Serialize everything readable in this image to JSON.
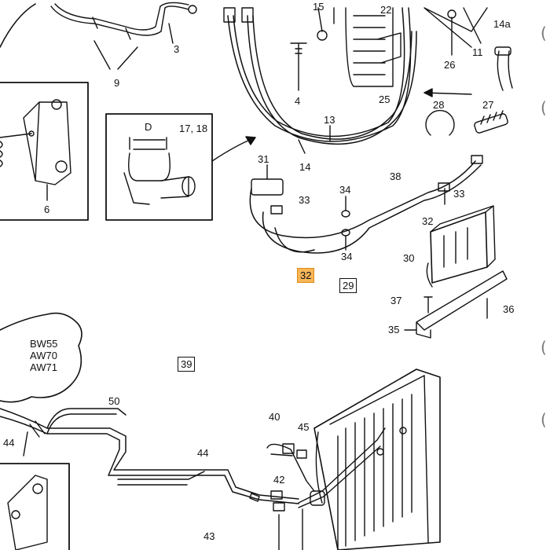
{
  "labels": {
    "l1": "15",
    "l2": "22",
    "l3": "3",
    "l4": "9",
    "l5": "4",
    "l6": "26",
    "l7": "11",
    "l8": "14a",
    "l9": "25",
    "l10": "13",
    "l11": "28",
    "l12": "27",
    "l13": "D",
    "l14": "17, 18",
    "l15": "6",
    "l16": "14",
    "l17": "31",
    "l18": "38",
    "l19": "34",
    "l20": "33",
    "l21": "33",
    "l22": "32",
    "l23": "34",
    "l24": "30",
    "l25": "32",
    "l26": "29",
    "l27": "37",
    "l28": "36",
    "l29": "35",
    "l30": "39",
    "l31": "50",
    "l32": "40",
    "l33": "45",
    "l34": "44",
    "l35": "44",
    "l36": "42",
    "l37": "43"
  },
  "gearbox_models": [
    "BW55",
    "AW70",
    "AW71"
  ],
  "edge_marks": [
    "(",
    "(",
    "(",
    "("
  ]
}
